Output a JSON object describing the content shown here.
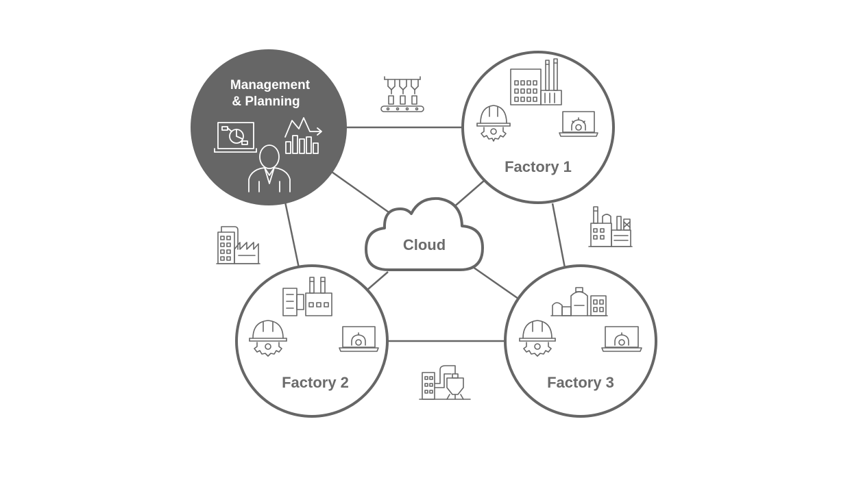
{
  "diagram": {
    "nodes": {
      "management": {
        "line1": "Management",
        "line2": "& Planning"
      },
      "factory1": {
        "label": "Factory 1"
      },
      "factory2": {
        "label": "Factory 2"
      },
      "factory3": {
        "label": "Factory 3"
      },
      "cloud": {
        "label": "Cloud"
      }
    },
    "colors": {
      "primary": "#666666",
      "background": "#ffffff",
      "management_text": "#ffffff"
    },
    "icons": {
      "management": [
        "presentation-board-icon",
        "line-bar-chart-icon",
        "businessman-icon"
      ],
      "factory": [
        "factory-building-icon",
        "hard-hat-gear-icon",
        "laptop-gear-icon"
      ],
      "edges": [
        "assembly-line-icon",
        "industrial-plant-icon",
        "city-factory-icon",
        "processing-plant-icon"
      ]
    }
  }
}
